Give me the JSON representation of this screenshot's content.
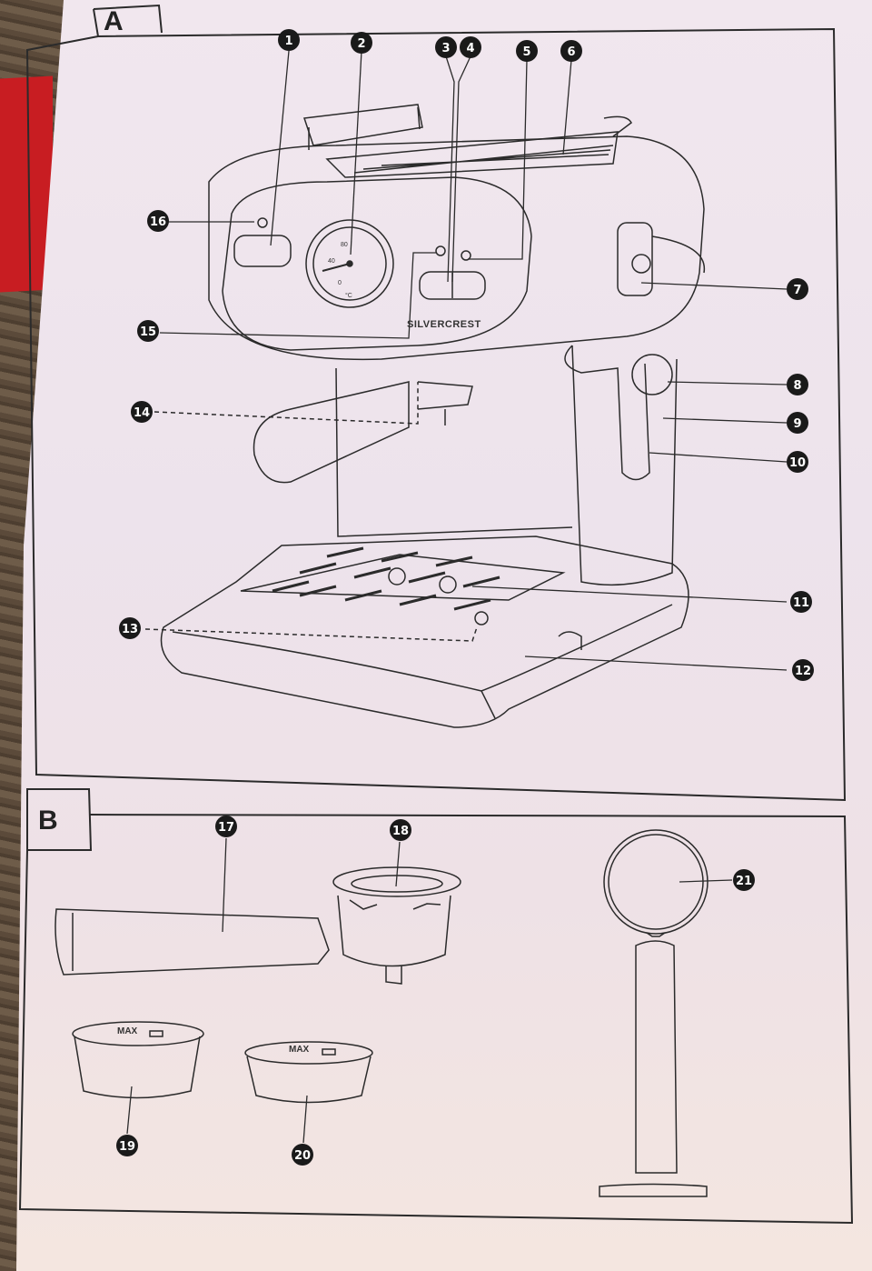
{
  "sections": [
    {
      "id": "A",
      "label": "A"
    },
    {
      "id": "B",
      "label": "B"
    }
  ],
  "callouts": [
    "1",
    "2",
    "3",
    "4",
    "5",
    "6",
    "7",
    "8",
    "9",
    "10",
    "11",
    "12",
    "13",
    "14",
    "15",
    "16",
    "17",
    "18",
    "19",
    "20",
    "21"
  ],
  "gauge": {
    "mark_80": "80",
    "mark_40": "40",
    "mark_0": "0",
    "unit": "°C"
  },
  "brand": "SILVERCREST",
  "filter_marks": {
    "small": "MAX",
    "large": "MAX"
  },
  "colors": {
    "line": "#2b2b2b",
    "callout_fill": "#1a1a1a",
    "paper": "#efe4ea"
  }
}
